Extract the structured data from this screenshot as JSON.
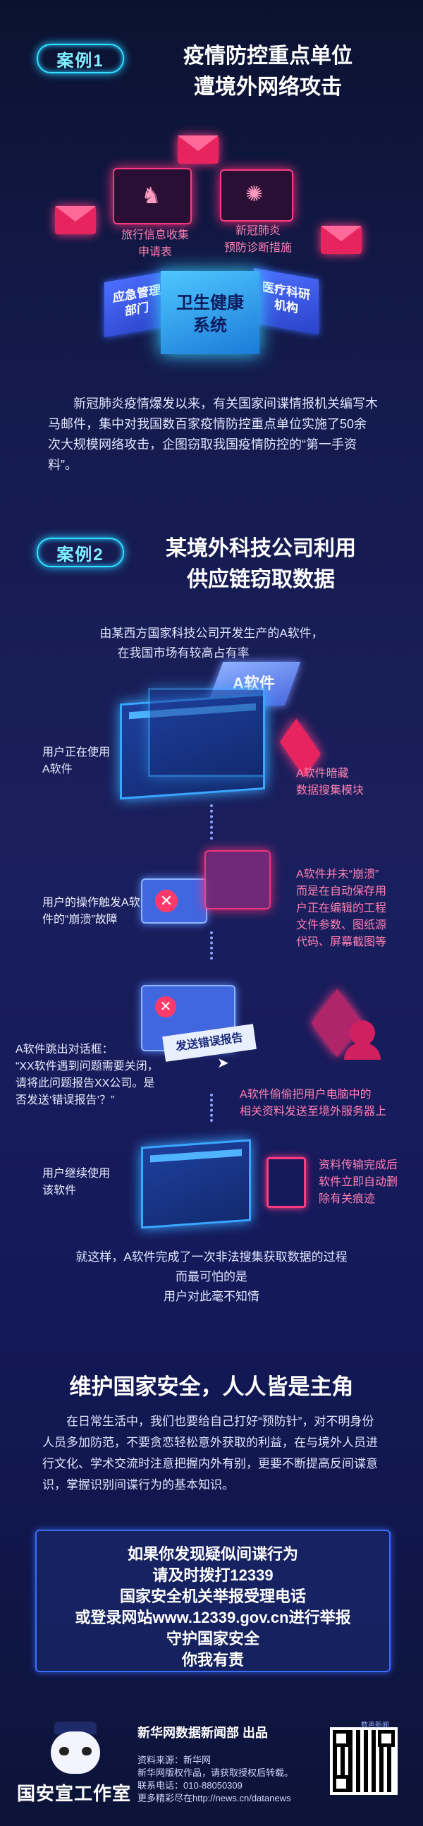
{
  "case1": {
    "badge": "案例1",
    "title_line1": "疫情防控重点单位",
    "title_line2": "遭境外网络攻击",
    "card_left_label_line1": "旅行信息收集",
    "card_left_label_line2": "申请表",
    "card_right_label_line1": "新冠肺炎",
    "card_right_label_line2": "预防诊断措施",
    "cube_center": [
      "卫生健康",
      "系统"
    ],
    "cube_left": [
      "应急管理",
      "部门"
    ],
    "cube_right": [
      "医疗科研",
      "机构"
    ],
    "paragraph": "新冠肺炎疫情爆发以来，有关国家间谍情报机关编写木马邮件，集中对我国数百家疫情防控重点单位实施了50余次大规模网络攻击，企图窃取我国疫情防控的“第一手资料”。"
  },
  "case2": {
    "badge": "案例2",
    "title_line1": "某境外科技公司利用",
    "title_line2": "供应链窃取数据",
    "intro_line1": "由某西方国家科技公司开发生产的A软件，",
    "intro_line2": "在我国市场有较高占有率",
    "box_label": "A软件",
    "step1_left": [
      "用户正在使用",
      "A软件"
    ],
    "step1_right": [
      "A软件暗藏",
      "数据搜集模块"
    ],
    "step2_left": [
      "用户的操作触发A软",
      "件的“崩溃”故障"
    ],
    "step2_right": [
      "A软件并未“崩溃”",
      "而是在自动保存用",
      "户正在编辑的工程",
      "文件参数、图纸源",
      "代码、屏幕截图等"
    ],
    "step3_left": [
      "A软件跳出对话框：",
      "“XX软件遇到问题需要关闭，",
      "请将此问题报告XX公司。是",
      "否发送‘错误报告’？”"
    ],
    "send_button": "发送错误报告",
    "step3_right": [
      "A软件偷偷把用户电脑中的",
      "相关资料发送至境外服务器上"
    ],
    "step4_left": [
      "用户继续使用",
      "该软件"
    ],
    "step4_right": [
      "资料传输完成后",
      "软件立即自动删",
      "除有关痕迹"
    ],
    "conclusion": [
      "就这样，A软件完成了一次非法搜集获取数据的过程",
      "而最可怕的是",
      "用户对此毫不知情"
    ]
  },
  "security": {
    "heading": "维护国家安全，人人皆是主角",
    "paragraph": "在日常生活中，我们也要给自己打好“预防针”，对不明身份人员多加防范，不要贪恋轻松意外获取的利益，在与境外人员进行文化、学术交流时注意把握内外有别，更要不断提高反间谍意识，掌握识别间谍行为的基本知识。"
  },
  "report": {
    "lines": [
      "如果你发现疑似间谍行为",
      "请及时拨打12339",
      "国家安全机关举报受理电话",
      "或登录网站www.12339.gov.cn进行举报",
      "守护国家安全",
      "你我有责"
    ]
  },
  "footer": {
    "logo_text": "国安宣工作室",
    "producer": "新华网数据新闻部 出品",
    "source": "资料来源：新华网",
    "copyright": "新华网版权作品，请获取授权后转载。",
    "phone": "联系电话：010-88050309",
    "more": "更多精彩尽在http://news.cn/datanews",
    "qr_caption": "数声新闻"
  },
  "colors": {
    "accent_cyan": "#33e0ff",
    "accent_pink": "#ff3a83",
    "text_pink": "#ff7fb2"
  }
}
